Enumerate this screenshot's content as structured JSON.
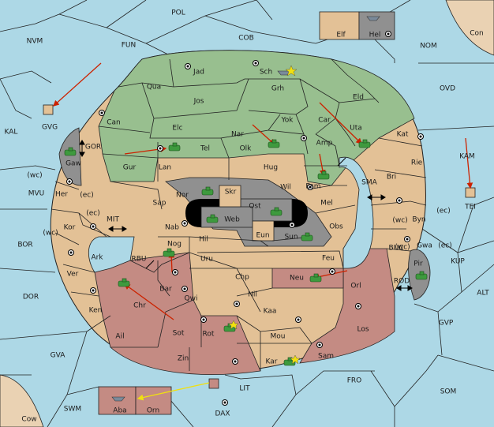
{
  "colors": {
    "sea": "#add8e6",
    "neutral": "#e3c196",
    "green_power": "#98bf8f",
    "red_power": "#c48b83",
    "impassable": "#909090",
    "outer_sand": "#ead2b3",
    "unit": "#3e9a3e",
    "order_arrow": "#cc2200",
    "support_arrow": "#f0e010"
  },
  "outer_seas": [
    {
      "id": "POL",
      "label": "POL"
    },
    {
      "id": "NVM",
      "label": "NVM"
    },
    {
      "id": "FUN",
      "label": "FUN"
    },
    {
      "id": "COB",
      "label": "COB"
    },
    {
      "id": "NOM",
      "label": "NOM"
    },
    {
      "id": "OVD",
      "label": "OVD"
    },
    {
      "id": "KAL",
      "label": "KAL"
    },
    {
      "id": "MVU",
      "label": "MVU"
    },
    {
      "id": "BOR",
      "label": "BOR"
    },
    {
      "id": "DOR",
      "label": "DOR"
    },
    {
      "id": "GVA",
      "label": "GVA"
    },
    {
      "id": "SWM",
      "label": "SWM"
    },
    {
      "id": "DAX",
      "label": "DAX"
    },
    {
      "id": "LIT",
      "label": "LIT"
    },
    {
      "id": "FRO",
      "label": "FRO"
    },
    {
      "id": "SOM",
      "label": "SOM"
    },
    {
      "id": "GVP",
      "label": "GVP"
    },
    {
      "id": "ALT",
      "label": "ALT"
    },
    {
      "id": "KUP",
      "label": "KUP"
    },
    {
      "id": "KAM",
      "label": "KAM"
    },
    {
      "id": "SMA",
      "label": "SMA"
    },
    {
      "id": "MIT",
      "label": "MIT"
    },
    {
      "id": "GOR",
      "label": "GOR"
    },
    {
      "id": "RBU",
      "label": "RBU"
    },
    {
      "id": "ROD",
      "label": "ROD"
    },
    {
      "id": "BUC",
      "label": "BUC"
    }
  ],
  "outer_lands": [
    {
      "id": "Con",
      "label": "Con"
    },
    {
      "id": "Cow",
      "label": "Cow"
    },
    {
      "id": "Elf",
      "label": "Elf"
    },
    {
      "id": "Hel",
      "label": "Hel"
    },
    {
      "id": "GVG",
      "label": "GVG"
    },
    {
      "id": "TEI",
      "label": "TEI"
    },
    {
      "id": "Aba",
      "label": "Aba"
    },
    {
      "id": "Orn",
      "label": "Orn"
    }
  ],
  "ring_lands": [
    {
      "id": "Jad",
      "label": "Jad"
    },
    {
      "id": "Sch",
      "label": "Sch"
    },
    {
      "id": "Qua",
      "label": "Qua"
    },
    {
      "id": "Jos",
      "label": "Jos"
    },
    {
      "id": "Grh",
      "label": "Grh"
    },
    {
      "id": "Eld",
      "label": "Eld"
    },
    {
      "id": "Can",
      "label": "Can"
    },
    {
      "id": "Elc",
      "label": "Elc"
    },
    {
      "id": "Yok",
      "label": "Yok"
    },
    {
      "id": "Car",
      "label": "Car"
    },
    {
      "id": "Uta",
      "label": "Uta"
    },
    {
      "id": "Kat",
      "label": "Kat"
    },
    {
      "id": "Nar",
      "label": "Nar"
    },
    {
      "id": "Olk",
      "label": "Olk"
    },
    {
      "id": "Amp",
      "label": "Amp"
    },
    {
      "id": "Gur",
      "label": "Gur"
    },
    {
      "id": "Tel",
      "label": "Tel"
    },
    {
      "id": "Lan",
      "label": "Lan"
    },
    {
      "id": "Hug",
      "label": "Hug"
    },
    {
      "id": "Esm",
      "label": "Esm"
    },
    {
      "id": "Rie",
      "label": "Rie"
    },
    {
      "id": "Bri",
      "label": "Bri"
    },
    {
      "id": "Gaw",
      "label": "Gaw"
    },
    {
      "id": "Her",
      "label": "Her"
    },
    {
      "id": "Wil",
      "label": "Wil"
    },
    {
      "id": "Nor",
      "label": "Nor"
    },
    {
      "id": "Sap",
      "label": "Sap"
    },
    {
      "id": "Skr",
      "label": "Skr"
    },
    {
      "id": "Ost",
      "label": "Ost"
    },
    {
      "id": "Web",
      "label": "Web"
    },
    {
      "id": "Mel",
      "label": "Mel"
    },
    {
      "id": "Byn",
      "label": "Byn"
    },
    {
      "id": "Kor",
      "label": "Kor"
    },
    {
      "id": "Nab",
      "label": "Nab"
    },
    {
      "id": "Eun",
      "label": "Eun"
    },
    {
      "id": "Sun",
      "label": "Sun"
    },
    {
      "id": "Obs",
      "label": "Obs"
    },
    {
      "id": "Hil",
      "label": "Hil"
    },
    {
      "id": "Nog",
      "label": "Nog"
    },
    {
      "id": "Gwa",
      "label": "Gwa"
    },
    {
      "id": "Pir",
      "label": "Pir"
    },
    {
      "id": "Ark",
      "label": "Ark"
    },
    {
      "id": "Uru",
      "label": "Uru"
    },
    {
      "id": "Feu",
      "label": "Feu"
    },
    {
      "id": "Ver",
      "label": "Ver"
    },
    {
      "id": "Bar",
      "label": "Bar"
    },
    {
      "id": "Chp",
      "label": "Chp"
    },
    {
      "id": "Neu",
      "label": "Neu"
    },
    {
      "id": "Orl",
      "label": "Orl"
    },
    {
      "id": "Qwi",
      "label": "Qwi"
    },
    {
      "id": "Nil",
      "label": "Nil"
    },
    {
      "id": "Chr",
      "label": "Chr"
    },
    {
      "id": "Ken",
      "label": "Ken"
    },
    {
      "id": "Kaa",
      "label": "Kaa"
    },
    {
      "id": "Los",
      "label": "Los"
    },
    {
      "id": "Sot",
      "label": "Sot"
    },
    {
      "id": "Rot",
      "label": "Rot"
    },
    {
      "id": "Ail",
      "label": "Ail"
    },
    {
      "id": "Mou",
      "label": "Mou"
    },
    {
      "id": "Zin",
      "label": "Zin"
    },
    {
      "id": "Sam",
      "label": "Sam"
    },
    {
      "id": "Kar",
      "label": "Kar"
    }
  ],
  "coast_labels": {
    "her_wc": "(wc)",
    "her_ec": "(ec)",
    "kor_ec": "(ec)",
    "kor_wc": "(wc)",
    "byn_wc": "(wc)",
    "byn_ec": "(ec)",
    "gwa_wc": "(wc)",
    "gwa_ec": "(ec)"
  }
}
